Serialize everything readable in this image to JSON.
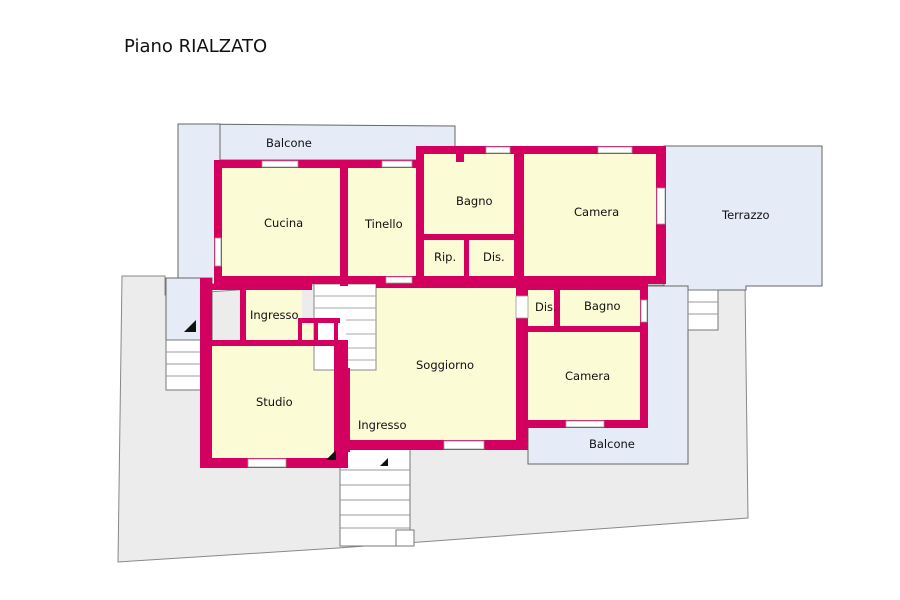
{
  "title": "Piano RIALZATO",
  "rooms": {
    "balcone_top": "Balcone",
    "cucina": "Cucina",
    "tinello": "Tinello",
    "bagno_top": "Bagno",
    "rip": "Rip.",
    "dis_top": "Dis.",
    "camera_top": "Camera",
    "terrazzo": "Terrazzo",
    "ingresso_small": "Ingresso",
    "studio": "Studio",
    "soggiorno": "Soggiorno",
    "ingresso_main": "Ingresso",
    "dis_right": "Dis.",
    "bagno_right": "Bagno",
    "camera_right": "Camera",
    "balcone_bottom": "Balcone"
  },
  "colors": {
    "wall": "#d4005f",
    "room": "#fbfbd6",
    "balcony": "#e6ecf7",
    "garden": "#ececec",
    "outline": "#666666"
  }
}
